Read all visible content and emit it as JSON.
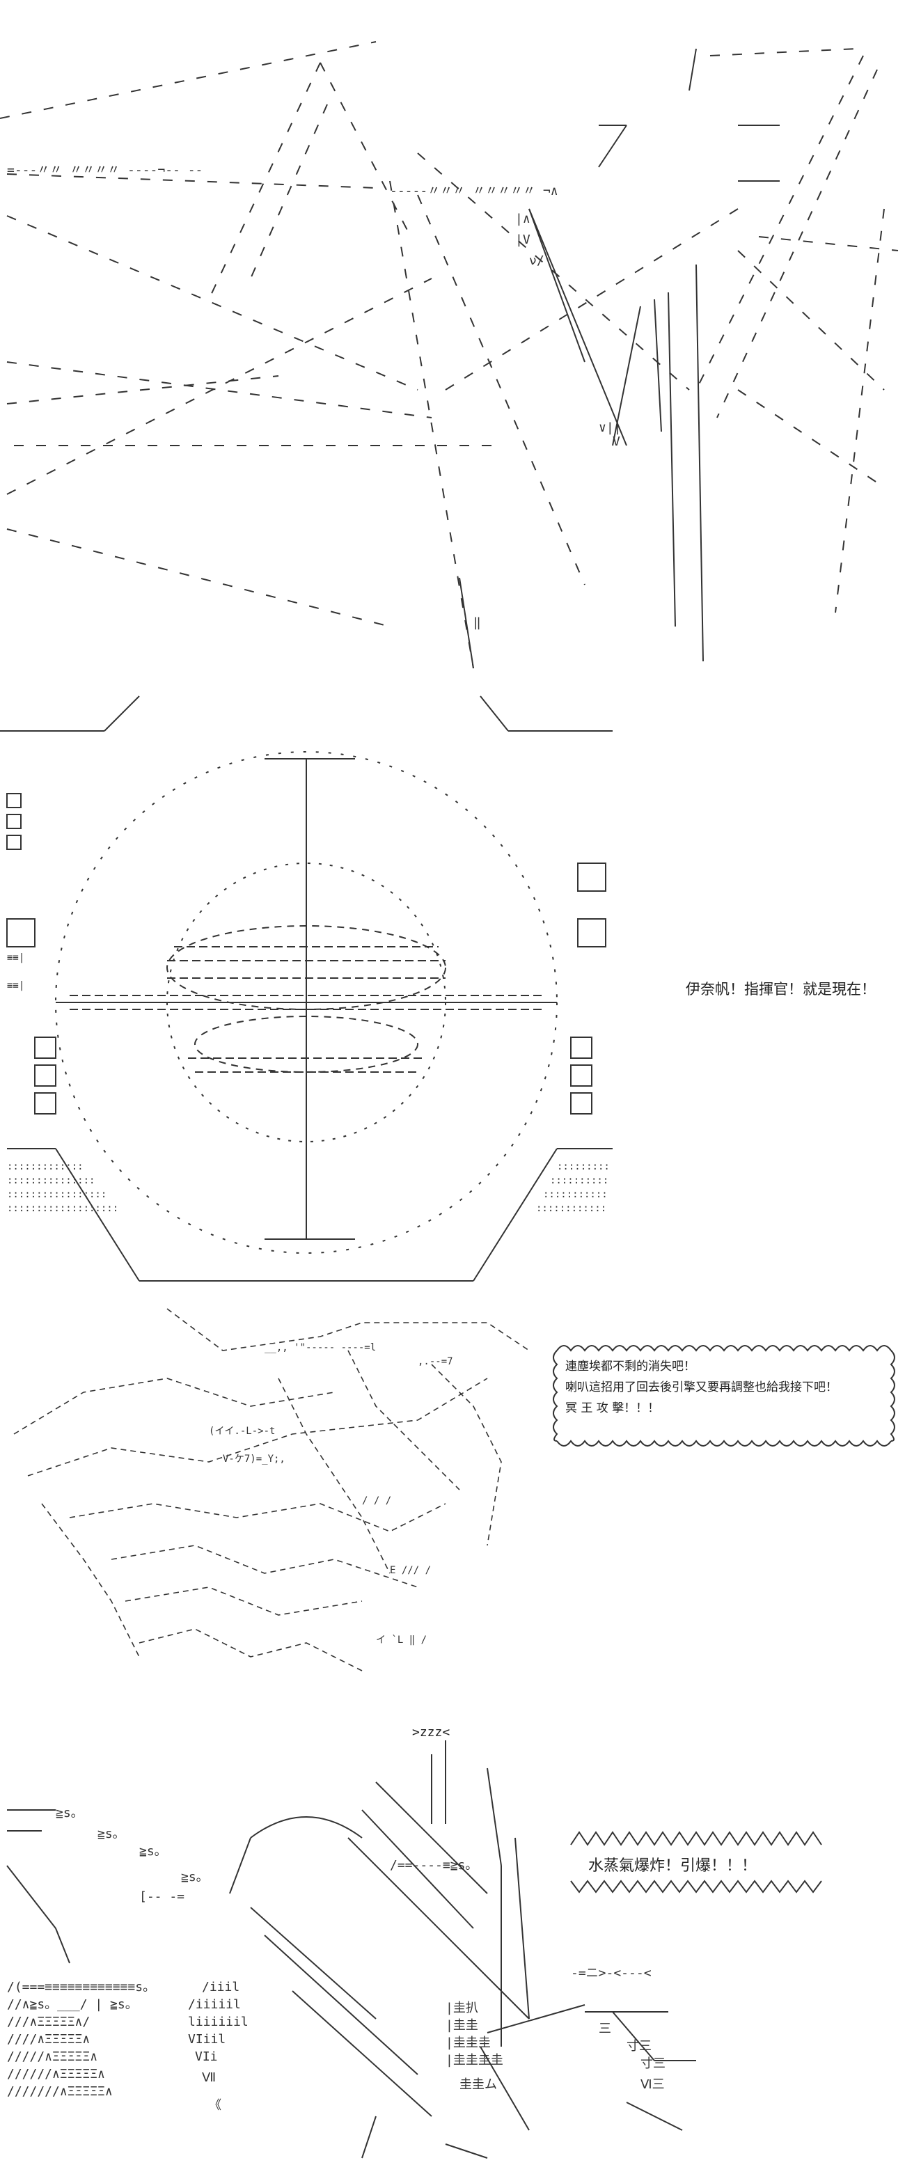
{
  "panels": {
    "panel2": {
      "dialog": "伊奈帆！指揮官！就是現在！"
    },
    "panel3": {
      "lines": [
        "連塵埃都不剩的消失吧！",
        "喇叭這招用了回去後引擎又要再調整也給我接下吧！",
        "冥 王 攻 擊！！！"
      ]
    },
    "panel4": {
      "shout": "水蒸氣爆炸！引爆！！！",
      "sfx": ">zzz<"
    }
  }
}
